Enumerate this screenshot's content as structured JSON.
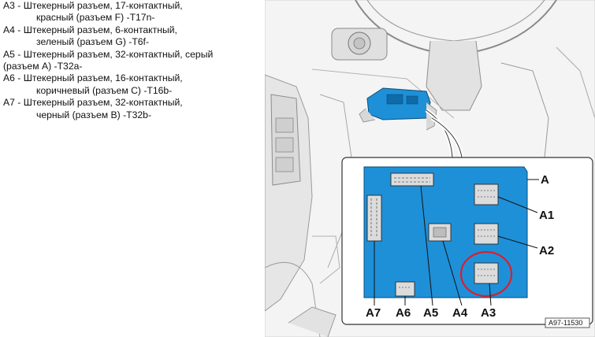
{
  "legend": {
    "items": [
      {
        "line1": "А3 - Штекерный разъем, 17-контактный,",
        "line2": "красный (разъем F) -T17n-"
      },
      {
        "line1": "А4 - Штекерный разъем, 6-контактный,",
        "line2": "зеленый (разъем G) -T6f-"
      },
      {
        "line1": "А5 - Штекерный разъем, 32-контактный, серый",
        "line2": "(разъем А) -T32a-"
      },
      {
        "line1": "А6 - Штекерный разъем, 16-контактный,",
        "line2": "коричневый (разъем С) -T16b-"
      },
      {
        "line1": "А7 - Штекерный разъем, 32-контактный,",
        "line2": "черный (разъем В) -T32b-"
      }
    ]
  },
  "figure": {
    "labels": {
      "A": "A",
      "A1": "A1",
      "A2": "A2",
      "A3": "A3",
      "A4": "A4",
      "A5": "A5",
      "A6": "A6",
      "A7": "A7"
    },
    "code": "A97-11530",
    "colors": {
      "module_blue": "#1e90d8",
      "highlight_red": "#d8202c",
      "dash_gray": "#c9c9c9"
    }
  }
}
